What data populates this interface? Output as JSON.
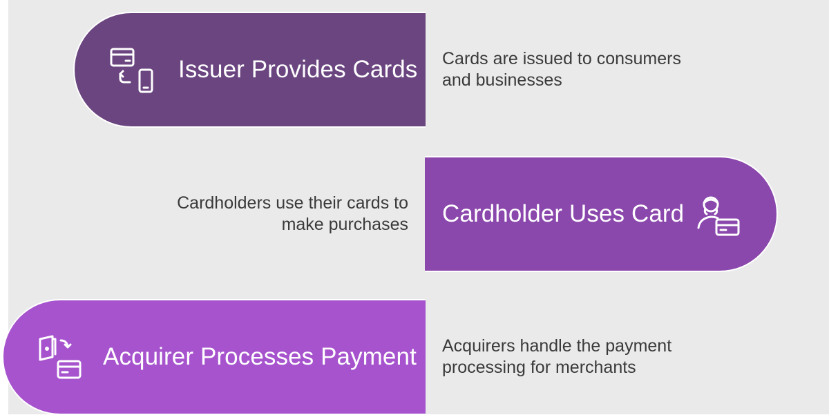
{
  "steps": [
    {
      "title": "Issuer Provides Cards",
      "description_lines": [
        "Cards are issued to consumers",
        "and businesses"
      ],
      "icon": "card-to-phone-exchange-icon",
      "color": "#6b4580"
    },
    {
      "title": "Cardholder Uses Card",
      "description_lines": [
        "Cardholders use their cards to",
        "make purchases"
      ],
      "icon": "person-with-card-icon",
      "color": "#8a47ac"
    },
    {
      "title": "Acquirer Processes Payment",
      "description_lines": [
        "Acquirers handle the payment",
        "processing for merchants"
      ],
      "icon": "wallet-to-card-transfer-icon",
      "color": "#a653cd"
    }
  ],
  "colors": {
    "background": "#eaeaea",
    "text": "#3a3a3a",
    "pill_text": "#ffffff"
  }
}
